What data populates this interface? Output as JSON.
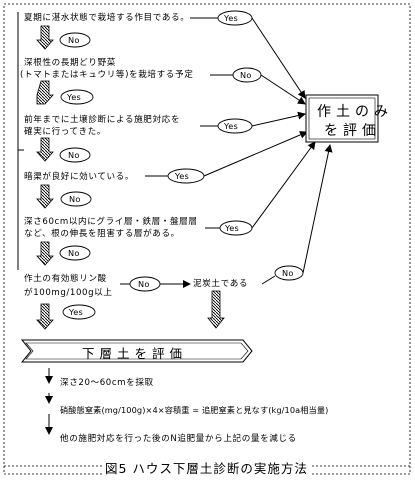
{
  "diagram": {
    "caption": "図5 ハウス下層土診断の実施方法",
    "yes_label": "Yes",
    "no_label": "No",
    "conditions": [
      "夏期に湛水状態で栽培する作目である。",
      "深根性の長期どり野菜",
      "(トマトまたはキュウリ等)を栽培する予定",
      "前年までに土壌診断による施肥対応を",
      "確実に行ってきた。",
      "暗渠が良好に効いている。",
      "深さ60cm以内にグライ層・鉄層・盤層層",
      "など、根の伸長を阻害する層がある。",
      "作土の有効態リン酸",
      "が100mg/100g以上",
      "泥炭土である"
    ],
    "result_topsoil": "作土のみを評価",
    "result_topsoil_lines": [
      "作土のみ",
      "を評価"
    ],
    "result_subsoil": "下層土を評価",
    "steps": [
      "深さ20～60cmを採取",
      "硝酸態窒素(mg/100g)×4×容積重 = 追肥窒素と見なす(kg/10a相当量)",
      "他の施肥対応を行った後のN追肥量から上記の量を減じる"
    ]
  }
}
